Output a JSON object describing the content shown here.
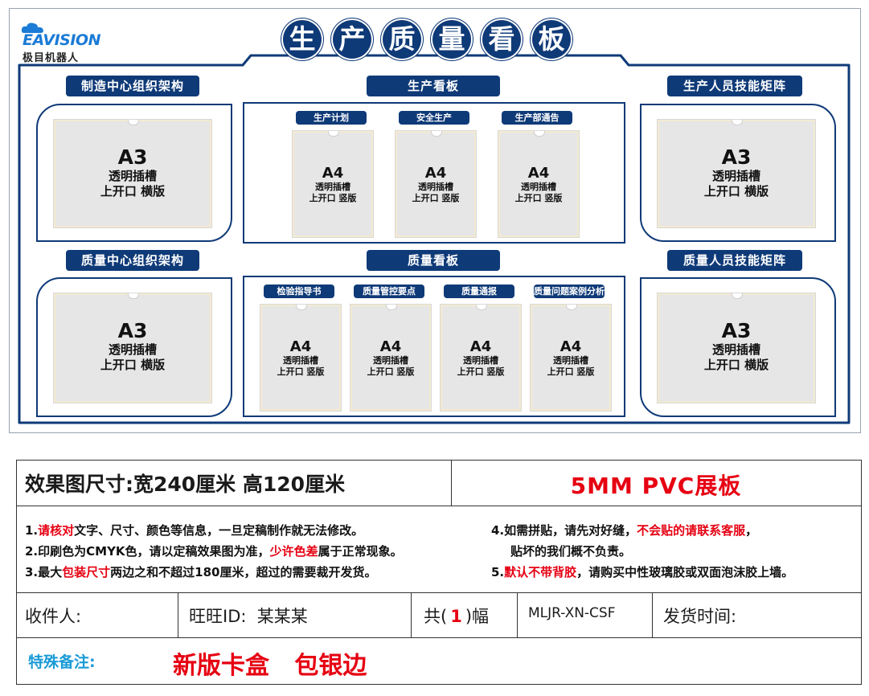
{
  "brand": {
    "name": "EAVISION",
    "sub": "极目机器人"
  },
  "board": {
    "title_chars": [
      "生",
      "产",
      "质",
      "量",
      "看",
      "板"
    ],
    "top_left_label": "制造中心组织架构",
    "top_right_label": "生产人员技能矩阵",
    "bottom_left_label": "质量中心组织架构",
    "bottom_right_label": "质量人员技能矩阵",
    "production_label": "生产看板",
    "quality_label": "质量看板",
    "production_items": [
      "生产计划",
      "安全生产",
      "生产部通告"
    ],
    "quality_items": [
      "检验指导书",
      "质量管控要点",
      "质量通报",
      "质量问题案例分析"
    ],
    "a3": {
      "size": "A3",
      "line1": "透明插槽",
      "line2": "上开口 横版"
    },
    "a4": {
      "size": "A4",
      "line1": "透明插槽",
      "line2": "上开口 竖版"
    }
  },
  "spec": {
    "size_text": "效果图尺寸:宽240厘米  高120厘米",
    "material": "5MM PVC展板"
  },
  "notes": {
    "n1_a": "1.",
    "n1_red": "请核对",
    "n1_b": "文字、尺寸、颜色等信息，一旦定稿制作就无法修改。",
    "n2_a": "2.印刷色为CMYK色，请以定稿效果图为准，",
    "n2_red": "少许色差",
    "n2_b": "属于正常现象。",
    "n3_a": "3.最大",
    "n3_red": "包装尺寸",
    "n3_b": "两边之和不超过180厘米，超过的需要裁开发货。",
    "n4_a": "4.如需拼贴，请先对好缝，",
    "n4_red": "不会贴的请联系客服",
    "n4_b": "，",
    "n4_c": "贴坏的我们概不负责。",
    "n5_a": "5.",
    "n5_red": "默认不带背胶",
    "n5_b": "，请购买中性玻璃胶或双面泡沫胶上墙。"
  },
  "shipping": {
    "recipient": "收件人:",
    "wangwang": "旺旺ID:  某某某",
    "count_pre": "共(",
    "count": "1",
    "count_post": ")幅",
    "code": "MLJR-XN-CSF",
    "ship_time": "发货时间:"
  },
  "remark": {
    "label": "特殊备注:",
    "value": "新版卡盒   包银边"
  },
  "colors": {
    "navy": "#0f3a78",
    "red": "#e60012",
    "sheet": "#e6e6e6"
  }
}
